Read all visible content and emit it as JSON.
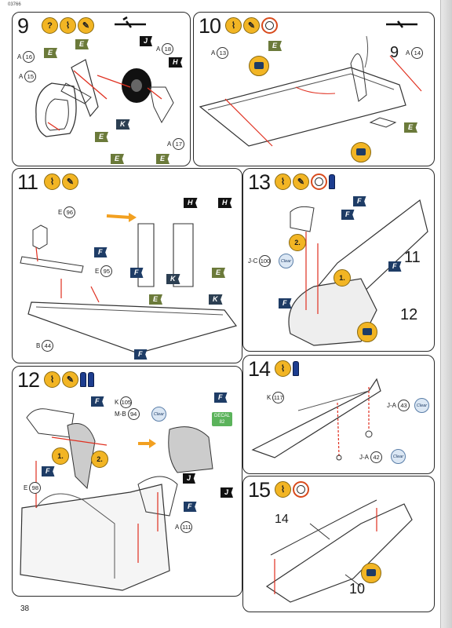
{
  "header": {
    "code": "03766"
  },
  "footer": {
    "page_number": "38"
  },
  "steps": [
    {
      "id": "9",
      "number": "9",
      "icons": [
        "question-icon",
        "glue-icon",
        "brush-icon"
      ],
      "parts": [
        "A",
        "16",
        "A",
        "18",
        "A",
        "15",
        "A",
        "17"
      ],
      "flags": [
        "E",
        "E",
        "E",
        "E",
        "E",
        "J",
        "H",
        "K"
      ]
    },
    {
      "id": "10",
      "number": "10",
      "icons": [
        "glue-icon",
        "brush-icon",
        "clock-icon"
      ],
      "parts": [
        "A",
        "13",
        "A",
        "14"
      ],
      "labels": [
        "9"
      ],
      "flags": [
        "E",
        "E"
      ]
    },
    {
      "id": "11",
      "number": "11",
      "icons": [
        "glue-icon",
        "brush-icon"
      ],
      "parts": [
        "E",
        "96",
        "E",
        "95",
        "B",
        "44"
      ],
      "flags": [
        "F",
        "F",
        "F",
        "H",
        "H",
        "K",
        "K",
        "E",
        "E"
      ]
    },
    {
      "id": "13",
      "number": "13",
      "icons": [
        "glue-icon",
        "brush-icon",
        "clock-icon",
        "paint-icon"
      ],
      "parts": [
        "J-C",
        "100"
      ],
      "labels": [
        "11",
        "12"
      ],
      "order": [
        "2.",
        "1."
      ],
      "clear": "Clear",
      "flags": [
        "F",
        "F",
        "F",
        "F"
      ]
    },
    {
      "id": "12",
      "number": "12",
      "icons": [
        "glue-icon",
        "brush-icon",
        "paint-icon",
        "paint-icon"
      ],
      "parts": [
        "K",
        "105",
        "M-B",
        "94",
        "E",
        "98",
        "A",
        "111"
      ],
      "order": [
        "1.",
        "2."
      ],
      "clear": "Clear",
      "decal": {
        "label": "DECAL",
        "number": "82"
      },
      "flags": [
        "F",
        "F",
        "F",
        "F",
        "J",
        "J"
      ]
    },
    {
      "id": "14",
      "number": "14",
      "icons": [
        "glue-icon",
        "paint-icon"
      ],
      "parts": [
        "K",
        "117",
        "J-A",
        "43",
        "J-A",
        "42"
      ],
      "clear": "Clear"
    },
    {
      "id": "15",
      "number": "15",
      "icons": [
        "glue-icon",
        "clock-icon"
      ],
      "labels": [
        "14",
        "10"
      ]
    }
  ]
}
